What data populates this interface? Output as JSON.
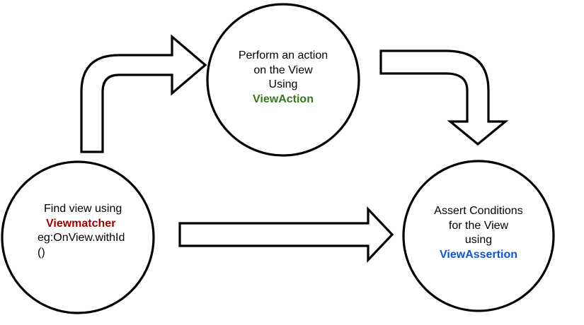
{
  "nodes": {
    "action": {
      "lines": [
        "Perform an action",
        "on the View",
        "Using"
      ],
      "keyword": "ViewAction",
      "keyword_color": "#38761d"
    },
    "find": {
      "line1": "Find view using",
      "keyword": "Viewmatcher",
      "keyword_color": "#990000",
      "lines_after": [
        "eg:OnView.withId",
        "()"
      ]
    },
    "assert": {
      "lines": [
        "Assert Conditions",
        "for the View",
        "using"
      ],
      "keyword": "ViewAssertion",
      "keyword_color": "#1155cc"
    }
  }
}
